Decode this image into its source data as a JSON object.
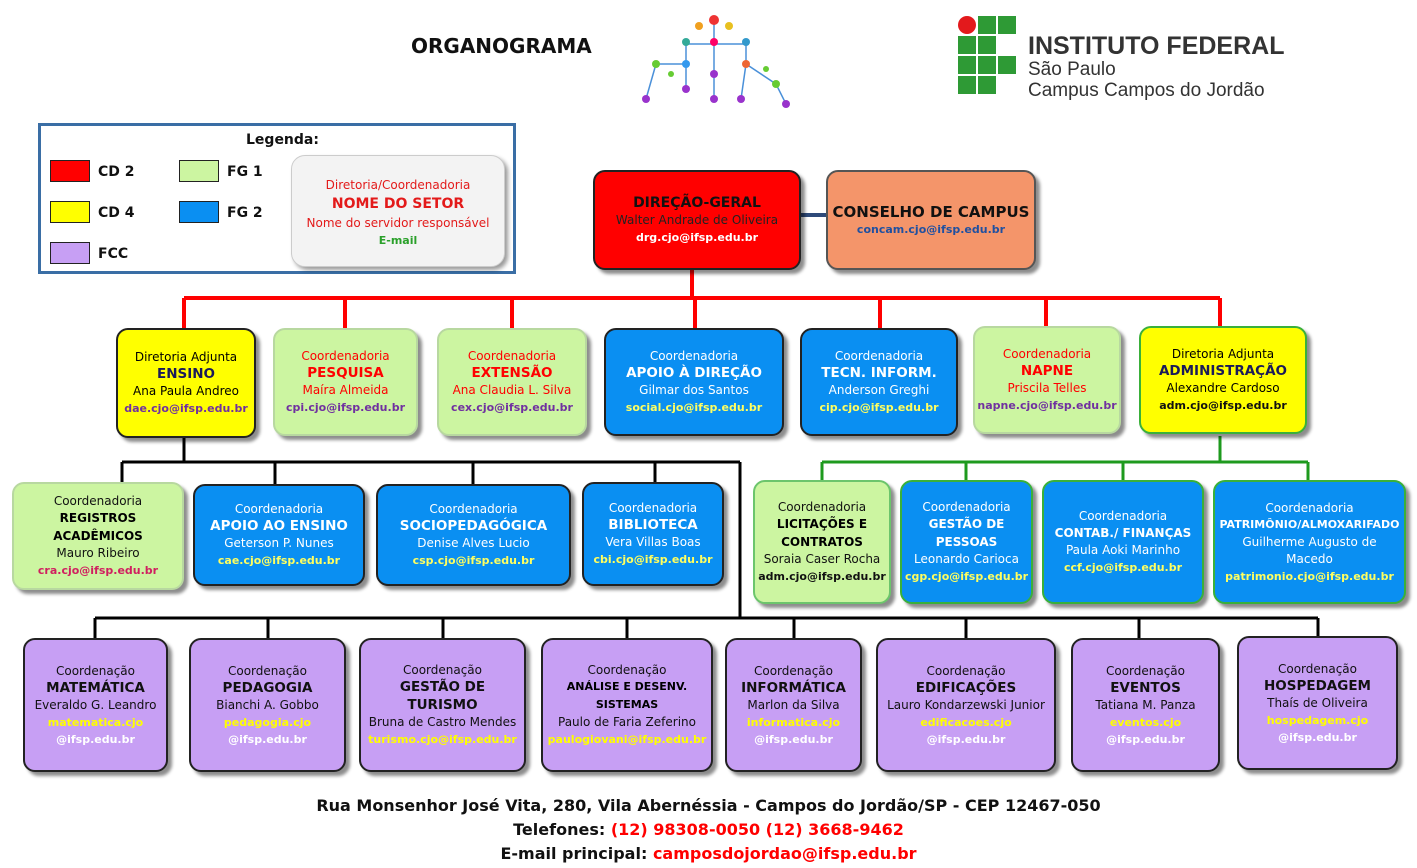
{
  "header": {
    "title": "ORGANOGRAMA",
    "institution_line1": "INSTITUTO FEDERAL",
    "institution_line2": "São Paulo",
    "institution_line3": "Campus Campos do Jordão"
  },
  "legend": {
    "title": "Legenda:",
    "items": [
      {
        "label": "CD 2",
        "color": "#ff0000"
      },
      {
        "label": "CD 4",
        "color": "#ffff00"
      },
      {
        "label": "FCC",
        "color": "#c79ff4"
      },
      {
        "label": "FG 1",
        "color": "#ccf5a1"
      },
      {
        "label": "FG 2",
        "color": "#0a8ff2"
      }
    ],
    "card": {
      "line1": "Diretoria/Coordenadoria",
      "line2": "NOME DO SETOR",
      "line3": "Nome do servidor responsável",
      "line4": "E-mail"
    }
  },
  "top": {
    "direcao": {
      "name": "DIREÇÃO-GERAL",
      "person": "Walter Andrade de Oliveira",
      "email": "drg.cjo@ifsp.edu.br"
    },
    "conselho": {
      "name": "CONSELHO DE CAMPUS",
      "email": "concam.cjo@ifsp.edu.br"
    }
  },
  "level2": [
    {
      "label": "Diretoria Adjunta",
      "name": "ENSINO",
      "person": "Ana Paula Andreo",
      "email": "dae.cjo@ifsp.edu.br"
    },
    {
      "label": "Coordenadoria",
      "name": "PESQUISA",
      "person": "Maíra Almeida",
      "email": "cpi.cjo@ifsp.edu.br"
    },
    {
      "label": "Coordenadoria",
      "name": "EXTENSÃO",
      "person": "Ana Claudia L. Silva",
      "email": "cex.cjo@ifsp.edu.br"
    },
    {
      "label": "Coordenadoria",
      "name": "APOIO À DIREÇÃO",
      "person": "Gilmar dos Santos",
      "email": "social.cjo@ifsp.edu.br"
    },
    {
      "label": "Coordenadoria",
      "name": "TECN. INFORM.",
      "person": "Anderson Greghi",
      "email": "cip.cjo@ifsp.edu.br"
    },
    {
      "label": "Coordenadoria",
      "name": "NAPNE",
      "person": "Priscila Telles",
      "email": "napne.cjo@ifsp.edu.br"
    },
    {
      "label": "Diretoria Adjunta",
      "name": "ADMINISTRAÇÃO",
      "person": "Alexandre Cardoso",
      "email": "adm.cjo@ifsp.edu.br"
    }
  ],
  "level3_ensino": [
    {
      "label": "Coordenadoria",
      "name": "REGISTROS ACADÊMICOS",
      "person": "Mauro Ribeiro",
      "email": "cra.cjo@ifsp.edu.br"
    },
    {
      "label": "Coordenadoria",
      "name": "APOIO AO ENSINO",
      "person": "Geterson P. Nunes",
      "email": "cae.cjo@ifsp.edu.br"
    },
    {
      "label": "Coordenadoria",
      "name": "SOCIOPEDAGÓGICA",
      "person": "Denise Alves Lucio",
      "email": "csp.cjo@ifsp.edu.br"
    },
    {
      "label": "Coordenadoria",
      "name": "BIBLIOTECA",
      "person": "Vera Villas Boas",
      "email": "cbi.cjo@ifsp.edu.br"
    }
  ],
  "level3_adm": [
    {
      "label": "Coordenadoria",
      "name1": "LICITAÇÕES E",
      "name2": "CONTRATOS",
      "person": "Soraia Caser Rocha",
      "email": "adm.cjo@ifsp.edu.br"
    },
    {
      "label": "Coordenadoria",
      "name1": "GESTÃO DE",
      "name2": "PESSOAS",
      "person": "Leonardo Carioca",
      "email": "cgp.cjo@ifsp.edu.br"
    },
    {
      "label": "Coordenadoria",
      "name1": "CONTAB./ FINANÇAS",
      "person": "Paula Aoki Marinho",
      "email": "ccf.cjo@ifsp.edu.br"
    },
    {
      "label": "Coordenadoria",
      "name1": "PATRIMÔNIO/ALMOXARIFADO",
      "person1": "Guilherme Augusto de",
      "person2": "Macedo",
      "email": "patrimonio.cjo@ifsp.edu.br"
    }
  ],
  "level4": [
    {
      "label": "Coordenação",
      "name1": "MATEMÁTICA",
      "person": "Everaldo G. Leandro",
      "email1": "matematica.cjo",
      "email2": "@ifsp.edu.br"
    },
    {
      "label": "Coordenação",
      "name1": "PEDAGOGIA",
      "person": "Bianchi A. Gobbo",
      "email1": "pedagogia.cjo",
      "email2": "@ifsp.edu.br"
    },
    {
      "label": "Coordenação",
      "name1": "GESTÃO DE",
      "name2": "TURISMO",
      "person": "Bruna de Castro Mendes",
      "email1": "turismo.cjo@ifsp.edu.br"
    },
    {
      "label": "Coordenação",
      "name1": "ANÁLISE E DESENV.",
      "name2": "SISTEMAS",
      "person": "Paulo de Faria Zeferino",
      "email1": "paulogiovani@ifsp.edu.br"
    },
    {
      "label": "Coordenação",
      "name1": "INFORMÁTICA",
      "person": "Marlon da Silva",
      "email1": "informatica.cjo",
      "email2": "@ifsp.edu.br"
    },
    {
      "label": "Coordenação",
      "name1": "EDIFICAÇÕES",
      "person": "Lauro Kondarzewski Junior",
      "email1": "edificacoes.cjo",
      "email2": "@ifsp.edu.br"
    },
    {
      "label": "Coordenação",
      "name1": "EVENTOS",
      "person": "Tatiana M. Panza",
      "email1": "eventos.cjo",
      "email2": "@ifsp.edu.br"
    },
    {
      "label": "Coordenação",
      "name1": "HOSPEDAGEM",
      "person": "Thaís de Oliveira",
      "email1": "hospedagem.cjo",
      "email2": "@ifsp.edu.br"
    }
  ],
  "footer": {
    "address": "Rua Monsenhor José Vita, 280, Vila Abernéssia - Campos do Jordão/SP - CEP 12467-050",
    "phones_label": "Telefones:",
    "phones": "(12) 98308-0050 (12) 3668-9462",
    "email_label": "E-mail principal:",
    "email": "camposdojordao@ifsp.edu.br"
  }
}
